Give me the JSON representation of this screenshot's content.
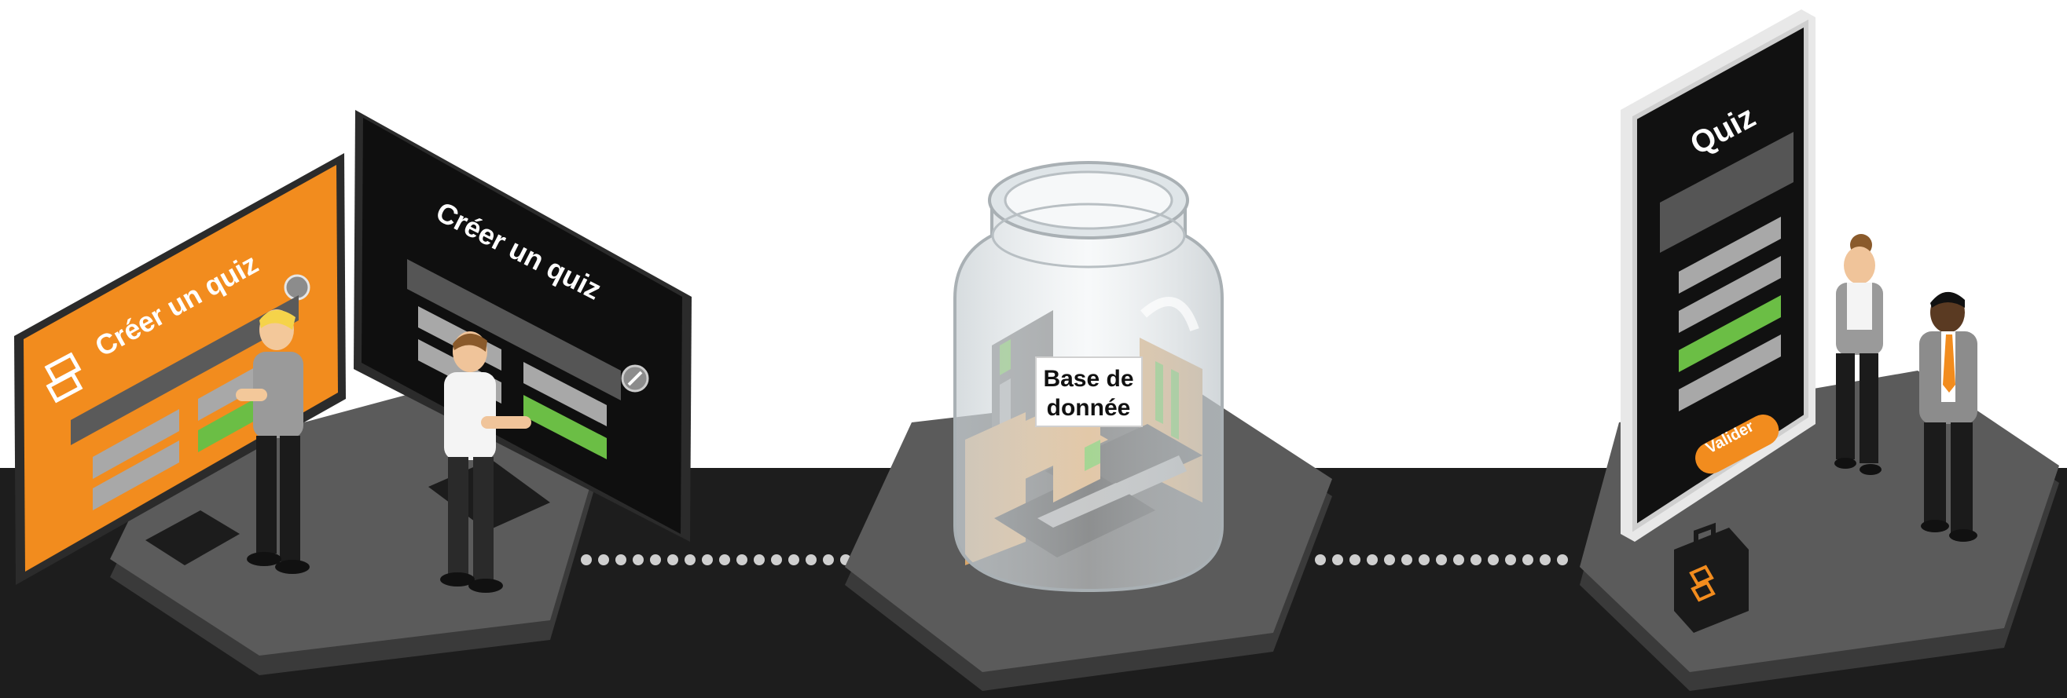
{
  "left_station": {
    "orange_screen_title": "Créer un quiz",
    "black_screen_title": "Créer un quiz"
  },
  "middle_station": {
    "jar_label_line1": "Base de",
    "jar_label_line2": "donnée"
  },
  "right_station": {
    "phone_title": "Quiz",
    "phone_button_label": "Valider"
  },
  "colors": {
    "brand_orange": "#F28C1E",
    "accent_green": "#6BBE45",
    "screen_black": "#111111",
    "floor_dark": "#1d1d1d",
    "platform_grey": "#5b5b5b",
    "platform_edge": "#3d3d3d",
    "form_grey": "#a8a8a8",
    "card_tan": "#d9a66a"
  },
  "icons": [
    "brand-logo-icon",
    "pencil-icon",
    "briefcase-icon"
  ]
}
